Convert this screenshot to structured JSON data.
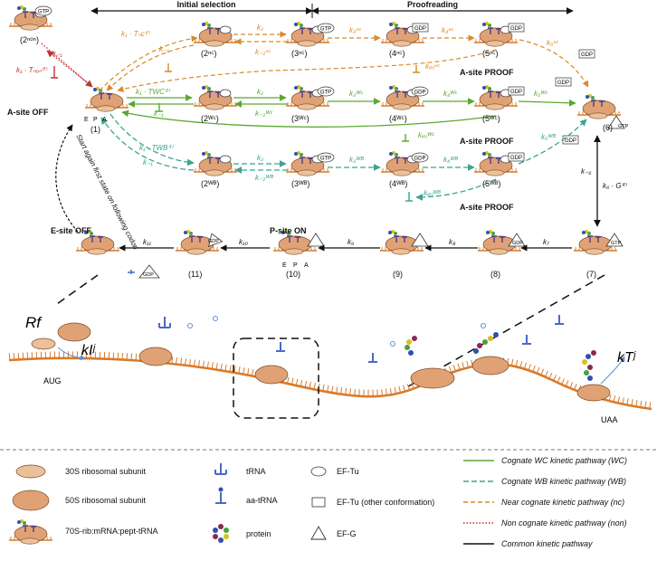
{
  "header": {
    "initial_selection": "Initial selection",
    "proofreading": "Proofreading"
  },
  "states": {
    "s2non": "(2ⁿᵒⁿ)",
    "s1": "(1)",
    "s2nc": "(2ⁿᶜ)",
    "s3nc": "(3ⁿᶜ)",
    "s4nc": "(4ⁿᶜ)",
    "s5nc": "(5ⁿᶜ)",
    "s2wc": "(2ᵂᶜ)",
    "s3wc": "(3ᵂᶜ)",
    "s4wc": "(4ᵂᶜ)",
    "s5wc": "(5ᵂᶜ)",
    "s2wb": "(2ᵂᴮ)",
    "s3wb": "(3ᵂᴮ)",
    "s4wb": "(4ᵂᴮ)",
    "s5wb": "(5ᵂᴮ)",
    "s6": "(6)",
    "s7": "(7)",
    "s8": "(8)",
    "s9": "(9)",
    "s10": "(10)",
    "s11": "(11)"
  },
  "site_labels": {
    "e": "E",
    "p": "P",
    "a": "A"
  },
  "badges": {
    "gtp": "GTP",
    "gdp": "GDP"
  },
  "region_labels": {
    "asite_off": "A-site OFF",
    "asite_proof_1": "A-site PROOF",
    "asite_proof_2": "A-site PROOF",
    "asite_proof_3": "A-site PROOF",
    "esite_off": "E-site OFF",
    "psite_on": "P-site ON",
    "restart": "Start again first state on following codon"
  },
  "rates": {
    "non_fwd": "k₁ · Tₙₒₙ⁽ᶠ⁾",
    "non_rev": "k₋₁",
    "nc_1": "k₁ · Tₙc⁽ᶠ⁾",
    "nc_m1": "k₋₁",
    "nc_2": "k₂",
    "nc_m2": "k₋₂ⁿᶜ",
    "nc_3": "k₃ⁿᶜ",
    "nc_4": "k₄ⁿᶜ",
    "nc_5": "k₅ⁿᶜ",
    "nc_rej": "kᵣₑⱼⁿᶜ",
    "wc_1": "k₁ · TWC⁽ᶠ⁾",
    "wc_m1": "k₋₁",
    "wc_2": "k₂",
    "wc_m2": "k₋₂ᵂᶜ",
    "wc_3": "k₃ᵂᶜ",
    "wc_4": "k₄ᵂᶜ",
    "wc_5": "k₅ᵂᶜ",
    "wc_rej": "kᵣₑⱼᵂᶜ",
    "wb_1": "k₁ · TWB⁽ᶠ⁾",
    "wb_m1": "k₋₁",
    "wb_2": "k₂",
    "wb_m2": "k₋₂ᵂᴮ",
    "wb_3": "k₃ᵂᴮ",
    "wb_4": "k₄ᵂᴮ",
    "wb_5": "k₅ᵂᴮ",
    "wb_rej": "kᵣₑⱼᵂᴮ",
    "k6": "k₆ · G⁽ᶠ⁾",
    "km6": "k₋₆",
    "k7": "k₇",
    "k8": "k₈",
    "k9": "k₉",
    "k10": "k₁₀",
    "k11": "k₁₁"
  },
  "scene": {
    "rf": "Rf",
    "kI": "kIʲ",
    "kT": "kTʲ",
    "aug": "AUG",
    "uaa": "UAA"
  },
  "legend": {
    "left": [
      {
        "label": "30S ribosomal subunit"
      },
      {
        "label": "50S ribosomal subunit"
      },
      {
        "label": "70S-rib:mRNA:pept-tRNA"
      }
    ],
    "middle": [
      {
        "label": "tRNA"
      },
      {
        "label": "aa-tRNA"
      },
      {
        "label": "protein"
      }
    ],
    "middle2": [
      {
        "label": "EF-Tu"
      },
      {
        "label": "EF-Tu (other conformation)"
      },
      {
        "label": "EF-G"
      }
    ],
    "pathways": [
      {
        "label": "Cognate WC kinetic pathway (WC)",
        "color": "#5aa832",
        "dash": ""
      },
      {
        "label": "Cognate WB kinetic pathway (WB)",
        "color": "#3aa58e",
        "dash": "6,3"
      },
      {
        "label": "Near cognate kinetic pathway (nc)",
        "color": "#d8892a",
        "dash": "5,3"
      },
      {
        "label": "Non cognate kinetic pathway (non)",
        "color": "#c03030",
        "dash": "1.5,2"
      },
      {
        "label": "Common kinetic pathway",
        "color": "#111111",
        "dash": ""
      }
    ]
  },
  "colors": {
    "ribo": "#e0a275",
    "ribo_stroke": "#7a4a22",
    "mrna": "#d97a2a",
    "wc": "#5aa832",
    "wb": "#3aa58e",
    "nc": "#d8892a",
    "non": "#c03030"
  }
}
